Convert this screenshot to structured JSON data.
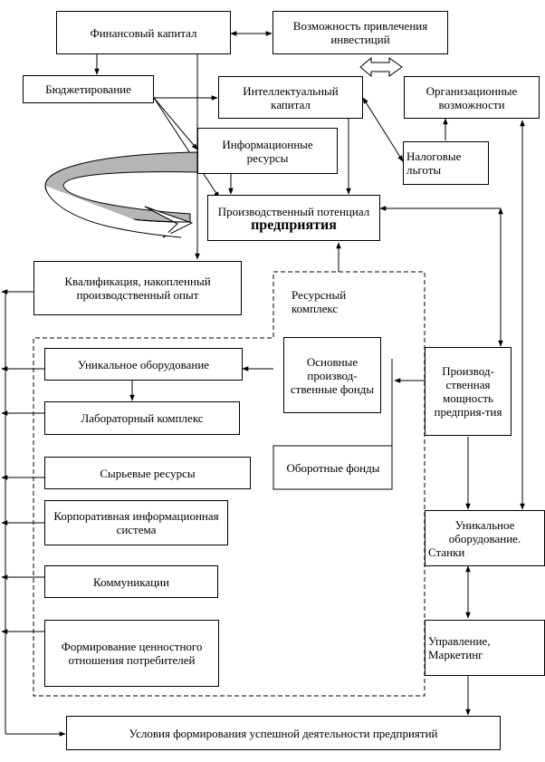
{
  "nodes": {
    "financial_capital": "Финансовый капитал",
    "investment_opportunity": "Возможность привлечения инвестиций",
    "budgeting": "Бюджетирование",
    "intellectual_capital": "Интеллектуальный капитал",
    "organizational_capabilities": "Организационные возможности",
    "information_resources": "Информационные ресурсы",
    "tax_benefits": "Налоговые льготы",
    "production_potential_a": "Производственный потенциал",
    "production_potential_b": "предприятия",
    "qualification": "Квалификация, накопленный производственный опыт",
    "resource_complex": "Ресурсный комплекс",
    "fixed_assets": "Основные производ-ственные фонды",
    "working_capital": "Оборотные фонды",
    "production_capacity": "Производ-ственная мощность предприя-тия",
    "unique_equipment": "Уникальное оборудование",
    "laboratory_complex": "Лабораторный комплекс",
    "raw_resources": "Сырьевые ресурсы",
    "corporate_is": "Корпоративная информационная система",
    "communications": "Коммуникации",
    "value_attitude": "Формирование ценностного отношения потребителей",
    "unique_equipment_machines_a": "Уникальное оборудование.",
    "unique_equipment_machines_b": "Станки",
    "management_marketing": "Управление, Маркетинг",
    "success_conditions": "Условия формирования  успешной деятельности предприятий"
  }
}
